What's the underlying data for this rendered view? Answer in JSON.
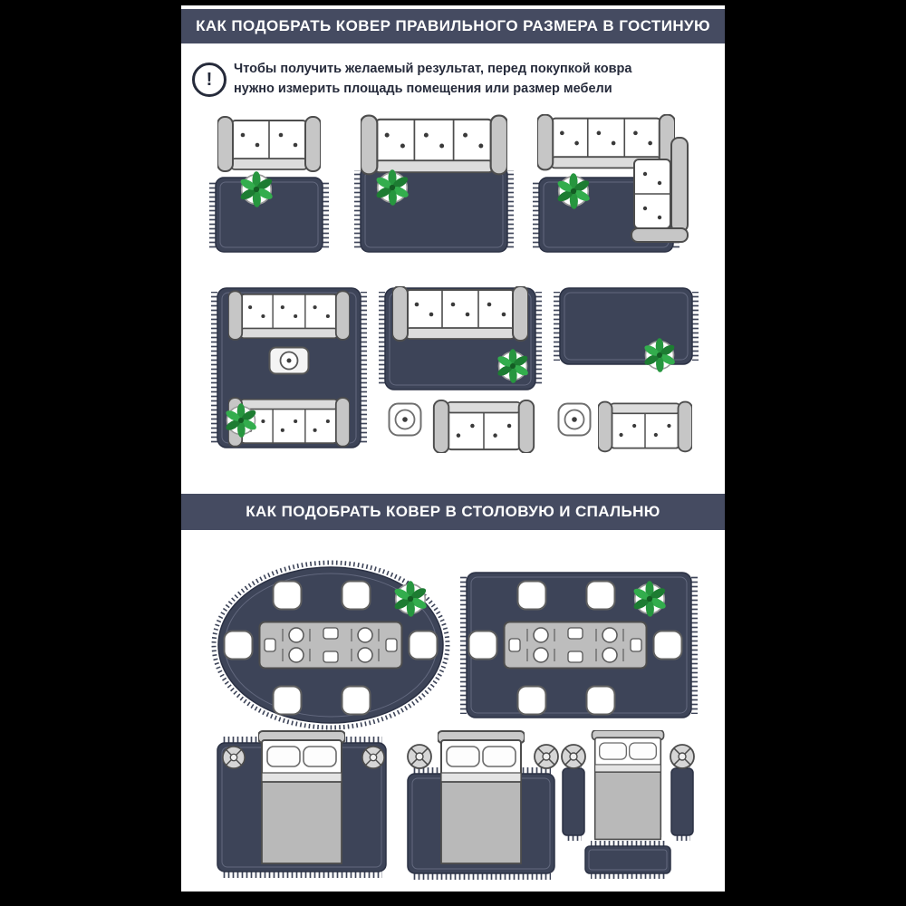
{
  "page": {
    "background": "#000000",
    "content_background": "#ffffff"
  },
  "colors": {
    "header_bg": "#454b61",
    "header_text": "#ffffff",
    "rug": "#3d4458",
    "note_text": "#262b3b",
    "plant_green": "#27963f"
  },
  "sections": {
    "living_room": {
      "title": "КАК ПОДОБРАТЬ КОВЕР ПРАВИЛЬНОГО РАЗМЕРА В ГОСТИНУЮ",
      "note": {
        "icon_glyph": "!",
        "line1": "Чтобы получить желаемый результат, перед покупкой ковра",
        "line2": "нужно измерить площадь помещения или размер мебели"
      }
    },
    "dining_bedroom": {
      "title": "КАК ПОДОБРАТЬ КОВЕР В СТОЛОВУЮ И СПАЛЬНЮ"
    }
  },
  "diagrams": {
    "living_room": [
      "small-rug-in-front-of-sofa",
      "rug-under-sofa-front-legs",
      "rug-with-corner-sofa",
      "large-rug-under-all-furniture",
      "rug-under-main-sofa-only",
      "small-rug-separate-from-furniture"
    ],
    "dining": [
      "oval-rug-under-dining-set",
      "rectangular-rug-under-dining-set"
    ],
    "bedroom": [
      "rug-under-entire-bed",
      "rug-under-lower-two-thirds-of-bed",
      "bedside-runners-and-foot-mat"
    ]
  }
}
